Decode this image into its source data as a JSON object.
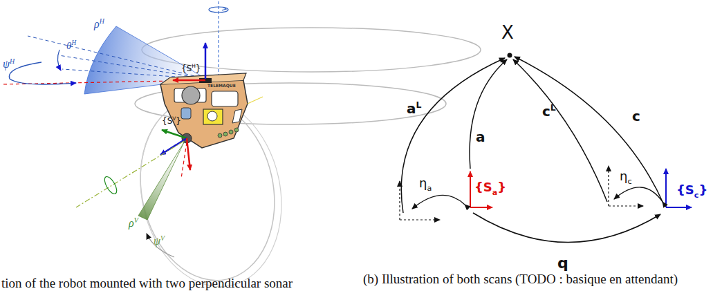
{
  "diagram": {
    "labels": [
      "ρ",
      "H",
      "θ",
      "H",
      "ψ",
      "H",
      "{S",
      "H",
      "}",
      "TELEMAQUE",
      "{S",
      "V",
      "}",
      "ρ",
      "V",
      "ψ",
      "V",
      "X",
      "a",
      "L",
      "a",
      "c",
      "L",
      "c",
      "η",
      "a",
      "η",
      "c",
      "{S",
      "a",
      "}",
      "{S",
      "c",
      "}",
      "q",
      "tion of the robot mounted with two perpendicular sonar",
      "(b) Illustration of both scans (TODO : basique en attendant)"
    ]
  }
}
